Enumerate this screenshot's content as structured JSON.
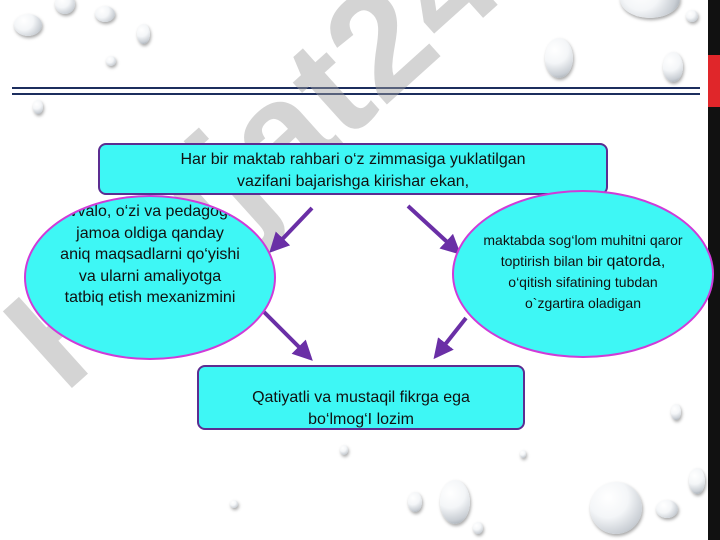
{
  "watermark": "Hujjat24",
  "top_box": {
    "line1": "Har bir maktab rahbari o‘z zimmasiga yuklatilgan",
    "line2": "vazifani bajarishga kirishar ekan,"
  },
  "left_ellipse": {
    "text": "avvalo, o‘zi va pedagogik jamoa oldiga qanday aniq maqsadlarni qo‘yishi va ularni amaliyotga tatbiq etish mexanizmini"
  },
  "right_ellipse": {
    "part1": "maktabda sog‘lom muhitni qaror toptirish bilan bir",
    "part2": "qatorda,",
    "part3": "o‘qitish sifatining tubdan o`zgartira oladigan"
  },
  "bottom_box": {
    "line1": "Qatiyatli va mustaqil fikrga ega",
    "line2": "bo‘lmog‘I lozim"
  },
  "colors": {
    "box_fill": "#3ef7f5",
    "box_border": "#5c2d91",
    "ellipse_border": "#cf3bd8",
    "arrow": "#6a2fa6",
    "rule": "#1c2e5e",
    "band_red": "#e0262a"
  }
}
